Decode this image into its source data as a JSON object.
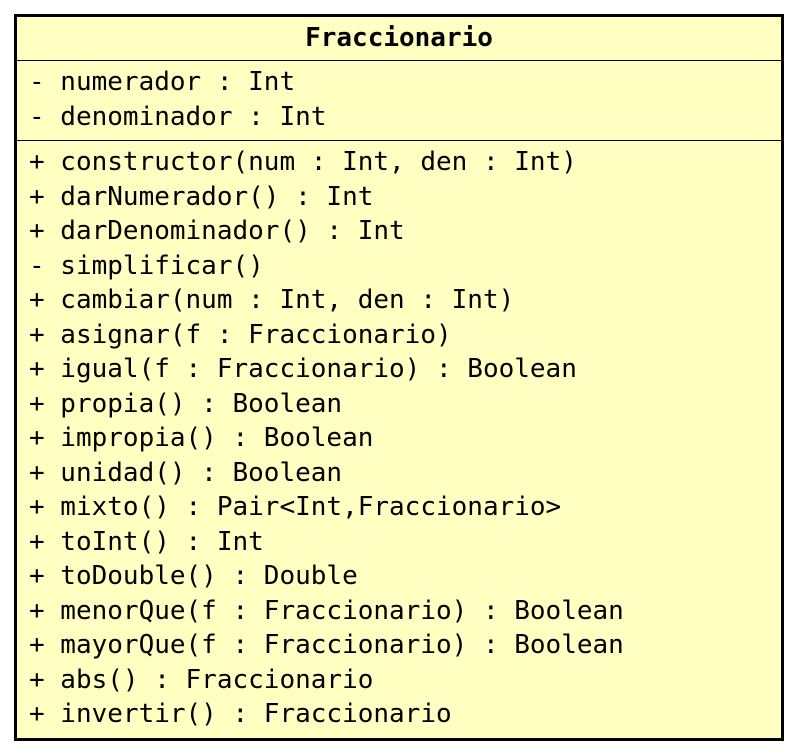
{
  "class_name": "Fraccionario",
  "attributes": [
    "- numerador : Int",
    "- denominador : Int"
  ],
  "methods": [
    "+ constructor(num : Int, den : Int)",
    "+ darNumerador() : Int",
    "+ darDenominador() : Int",
    "- simplificar()",
    "+ cambiar(num : Int, den : Int)",
    "+ asignar(f : Fraccionario)",
    "+ igual(f : Fraccionario) : Boolean",
    "+ propia() : Boolean",
    "+ impropia() : Boolean",
    "+ unidad() : Boolean",
    "+ mixto() : Pair<Int,Fraccionario>",
    "+ toInt() : Int",
    "+ toDouble() : Double",
    "+ menorQue(f : Fraccionario) : Boolean",
    "+ mayorQue(f : Fraccionario) : Boolean",
    "+ abs() : Fraccionario",
    "+ invertir() : Fraccionario"
  ],
  "colors": {
    "fill": "#ffffc2",
    "border": "#000000",
    "text": "#000000"
  }
}
